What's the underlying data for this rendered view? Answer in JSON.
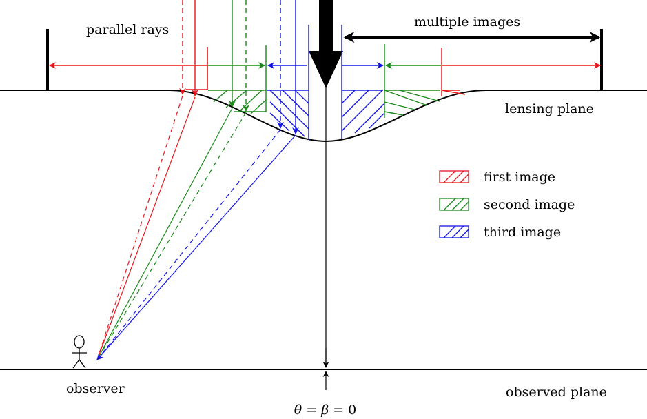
{
  "labels": {
    "parallel_rays": "parallel rays",
    "multiple_images": "multiple images",
    "lensing_plane": "lensing plane",
    "observer": "observer",
    "observed_plane": "observed plane",
    "equation": {
      "theta": "θ",
      "eq1": " = ",
      "beta": "β",
      "eq2": " = 0"
    }
  },
  "legend": [
    {
      "label": "first image",
      "color": "#e8141c"
    },
    {
      "label": "second image",
      "color": "#1a8a1a"
    },
    {
      "label": "third image",
      "color": "#1414e6"
    }
  ],
  "colors": {
    "red": "#e8141c",
    "green": "#1a8a1a",
    "blue": "#1414e6",
    "black": "#000000"
  }
}
